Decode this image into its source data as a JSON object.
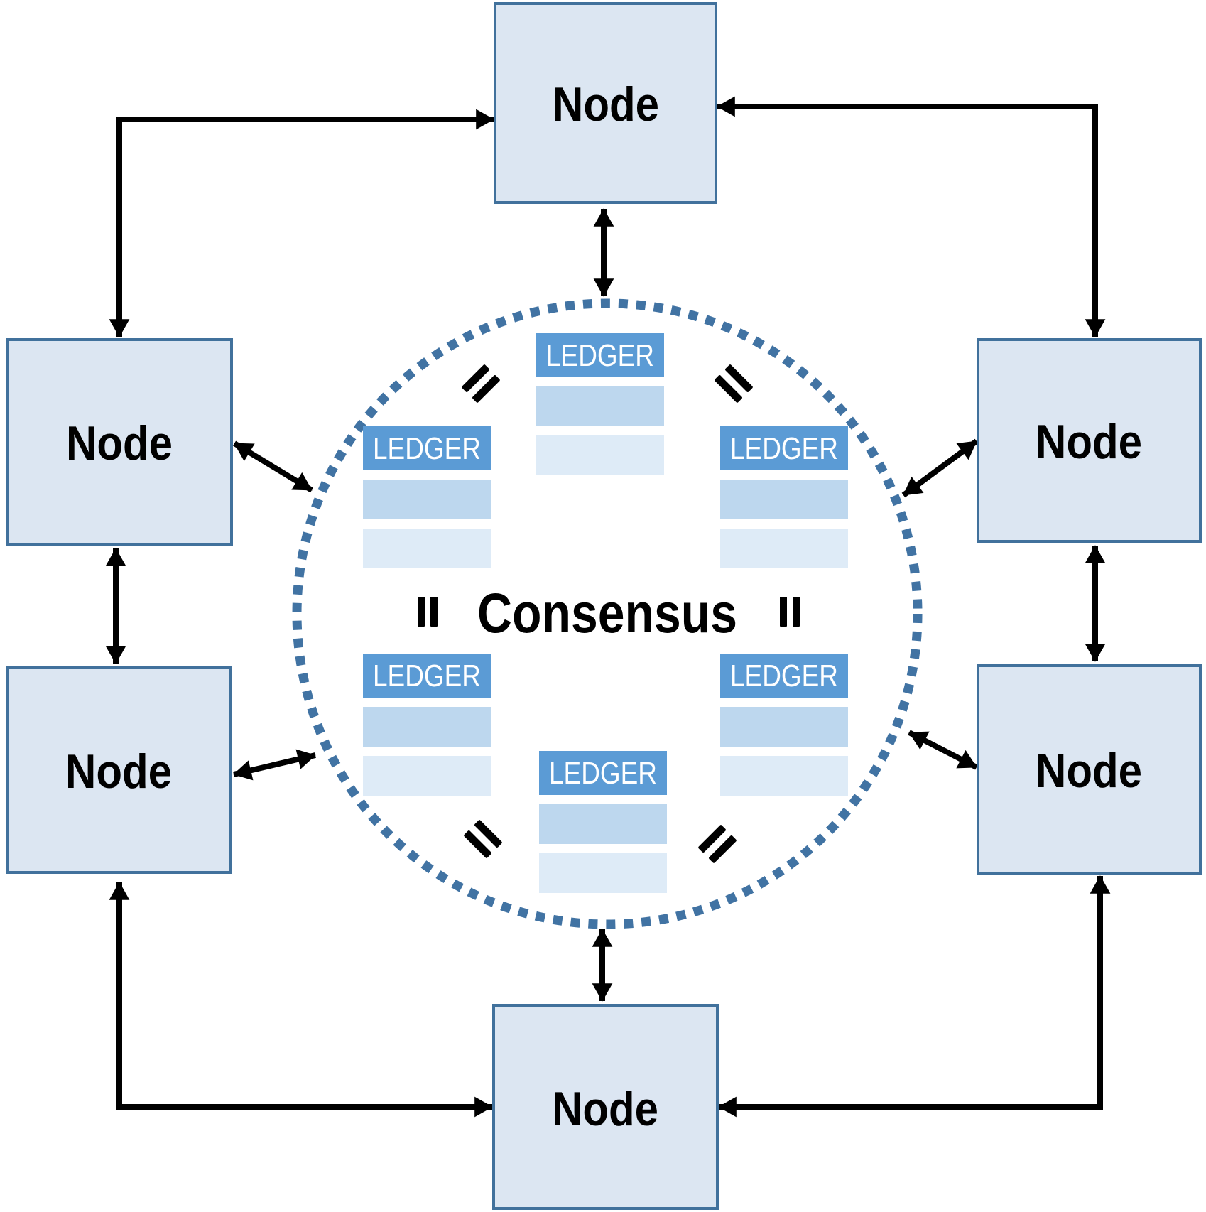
{
  "diagram": {
    "type": "network",
    "center": {
      "label": "Consensus"
    },
    "nodes": [
      {
        "id": "top",
        "label": "Node"
      },
      {
        "id": "upper-left",
        "label": "Node"
      },
      {
        "id": "upper-right",
        "label": "Node"
      },
      {
        "id": "lower-left",
        "label": "Node"
      },
      {
        "id": "lower-right",
        "label": "Node"
      },
      {
        "id": "bottom",
        "label": "Node"
      }
    ],
    "ledgers": [
      {
        "id": "top-center",
        "header": "LEDGER",
        "rows": 2
      },
      {
        "id": "upper-left",
        "header": "LEDGER",
        "rows": 2
      },
      {
        "id": "upper-right",
        "header": "LEDGER",
        "rows": 2
      },
      {
        "id": "lower-left",
        "header": "LEDGER",
        "rows": 2
      },
      {
        "id": "lower-right",
        "header": "LEDGER",
        "rows": 2
      },
      {
        "id": "bottom-center",
        "header": "LEDGER",
        "rows": 2
      }
    ],
    "equals_signs": 6,
    "connections": {
      "node_to_node_bidirectional": [
        [
          "top",
          "upper-left"
        ],
        [
          "top",
          "upper-right"
        ],
        [
          "upper-left",
          "lower-left"
        ],
        [
          "upper-right",
          "lower-right"
        ],
        [
          "lower-left",
          "bottom"
        ],
        [
          "lower-right",
          "bottom"
        ]
      ],
      "node_to_consensus_bidirectional": [
        "top",
        "upper-left",
        "upper-right",
        "lower-left",
        "lower-right",
        "bottom"
      ]
    },
    "colors": {
      "node_fill": "#dce6f2",
      "node_border": "#41719c",
      "ledger_header": "#5b9bd5",
      "ledger_row_1": "#bdd7ee",
      "ledger_row_2": "#deebf7",
      "ring_dots": "#4173a3",
      "arrows": "#000000",
      "ledger_text": "#ffffff",
      "label_text": "#000000",
      "background": "#ffffff"
    }
  }
}
